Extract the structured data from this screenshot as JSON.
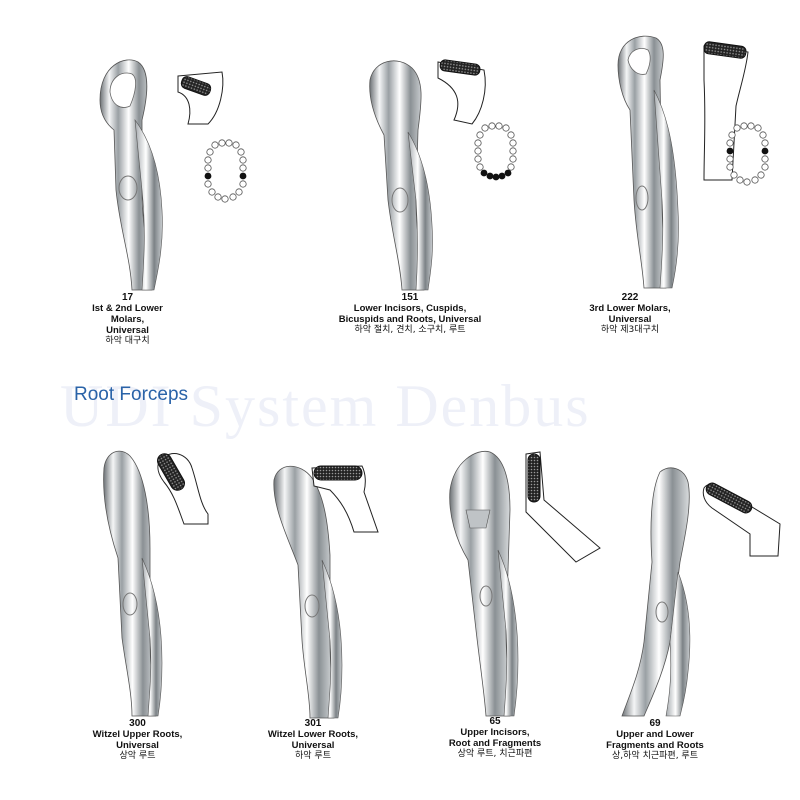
{
  "watermark": "UDI System Denbus",
  "section_title": "Root Forceps",
  "items": [
    {
      "number": "17",
      "name_line1": "Ist & 2nd Lower Molars,",
      "name_line2": "Universal",
      "korean": "하악 대구치"
    },
    {
      "number": "151",
      "name_line1": "Lower Incisors, Cuspids,",
      "name_line2": "Bicuspids and Roots, Universal",
      "korean": "하악 절치, 견치, 소구치, 루트"
    },
    {
      "number": "222",
      "name_line1": "3rd Lower Molars,",
      "name_line2": "Universal",
      "korean": "하악 제3대구치"
    },
    {
      "number": "300",
      "name_line1": "Witzel Upper Roots,",
      "name_line2": "Universal",
      "korean": "상악 루트"
    },
    {
      "number": "301",
      "name_line1": "Witzel Lower Roots,",
      "name_line2": "Universal",
      "korean": "하악 루트"
    },
    {
      "number": "65",
      "name_line1": "Upper Incisors,",
      "name_line2": "Root and Fragments",
      "korean": "상악 루트, 치근파편"
    },
    {
      "number": "69",
      "name_line1": "Upper and Lower",
      "name_line2": "Fragments and Roots",
      "korean": "상,하악 치근파편, 루트"
    }
  ]
}
